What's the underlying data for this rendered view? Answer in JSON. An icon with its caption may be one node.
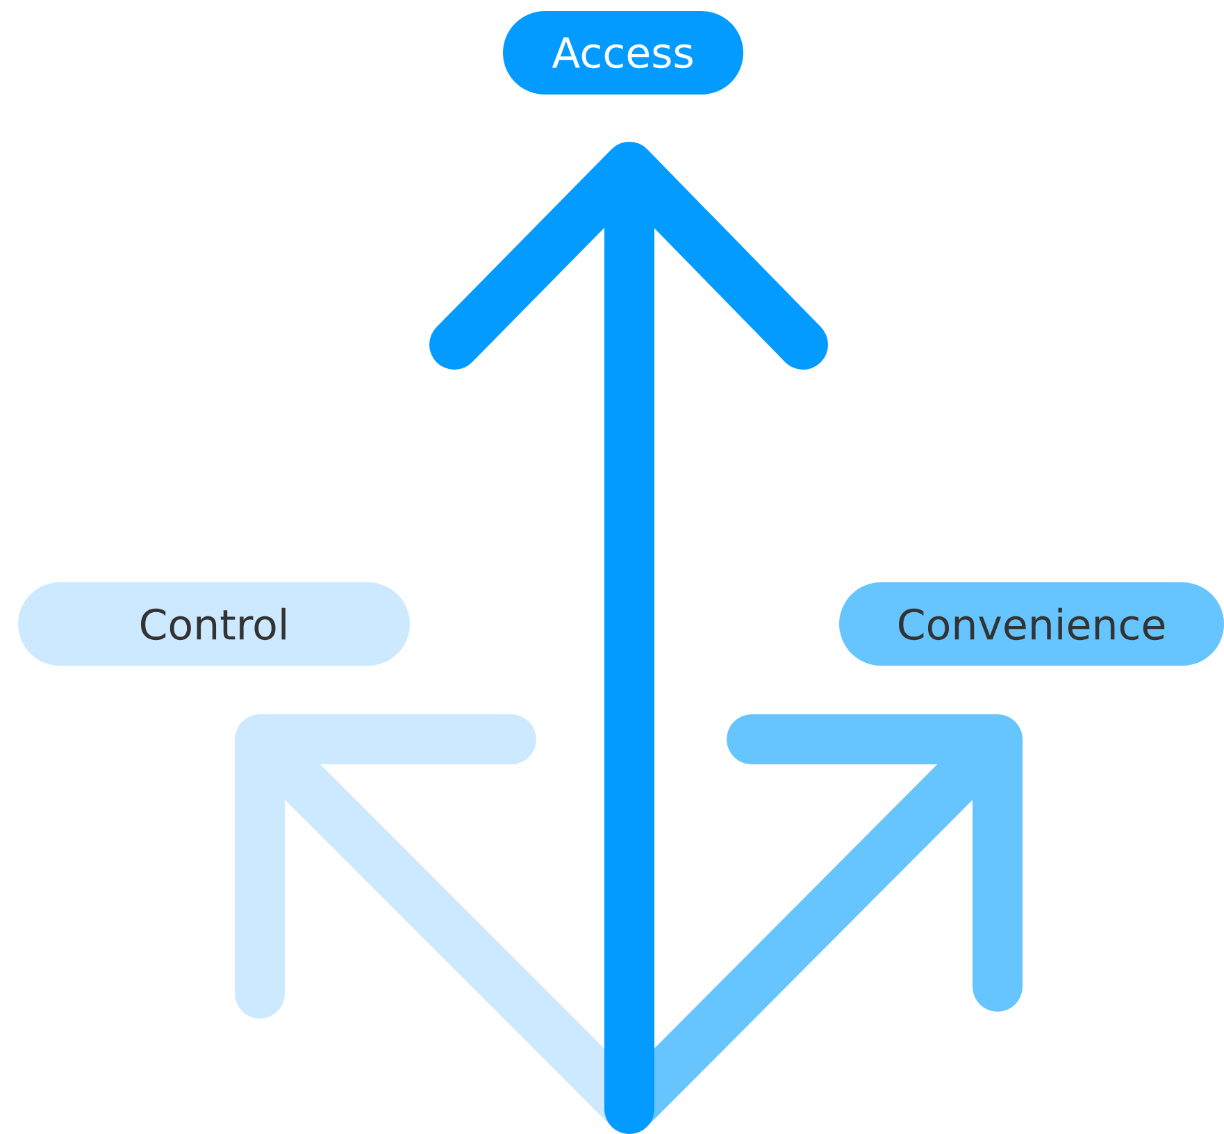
{
  "diagram": {
    "nodes": [
      {
        "text": [
          "Access"
        ]
      },
      {
        "text": [
          "Control"
        ]
      },
      {
        "text": [
          "Convenience"
        ]
      }
    ]
  }
}
